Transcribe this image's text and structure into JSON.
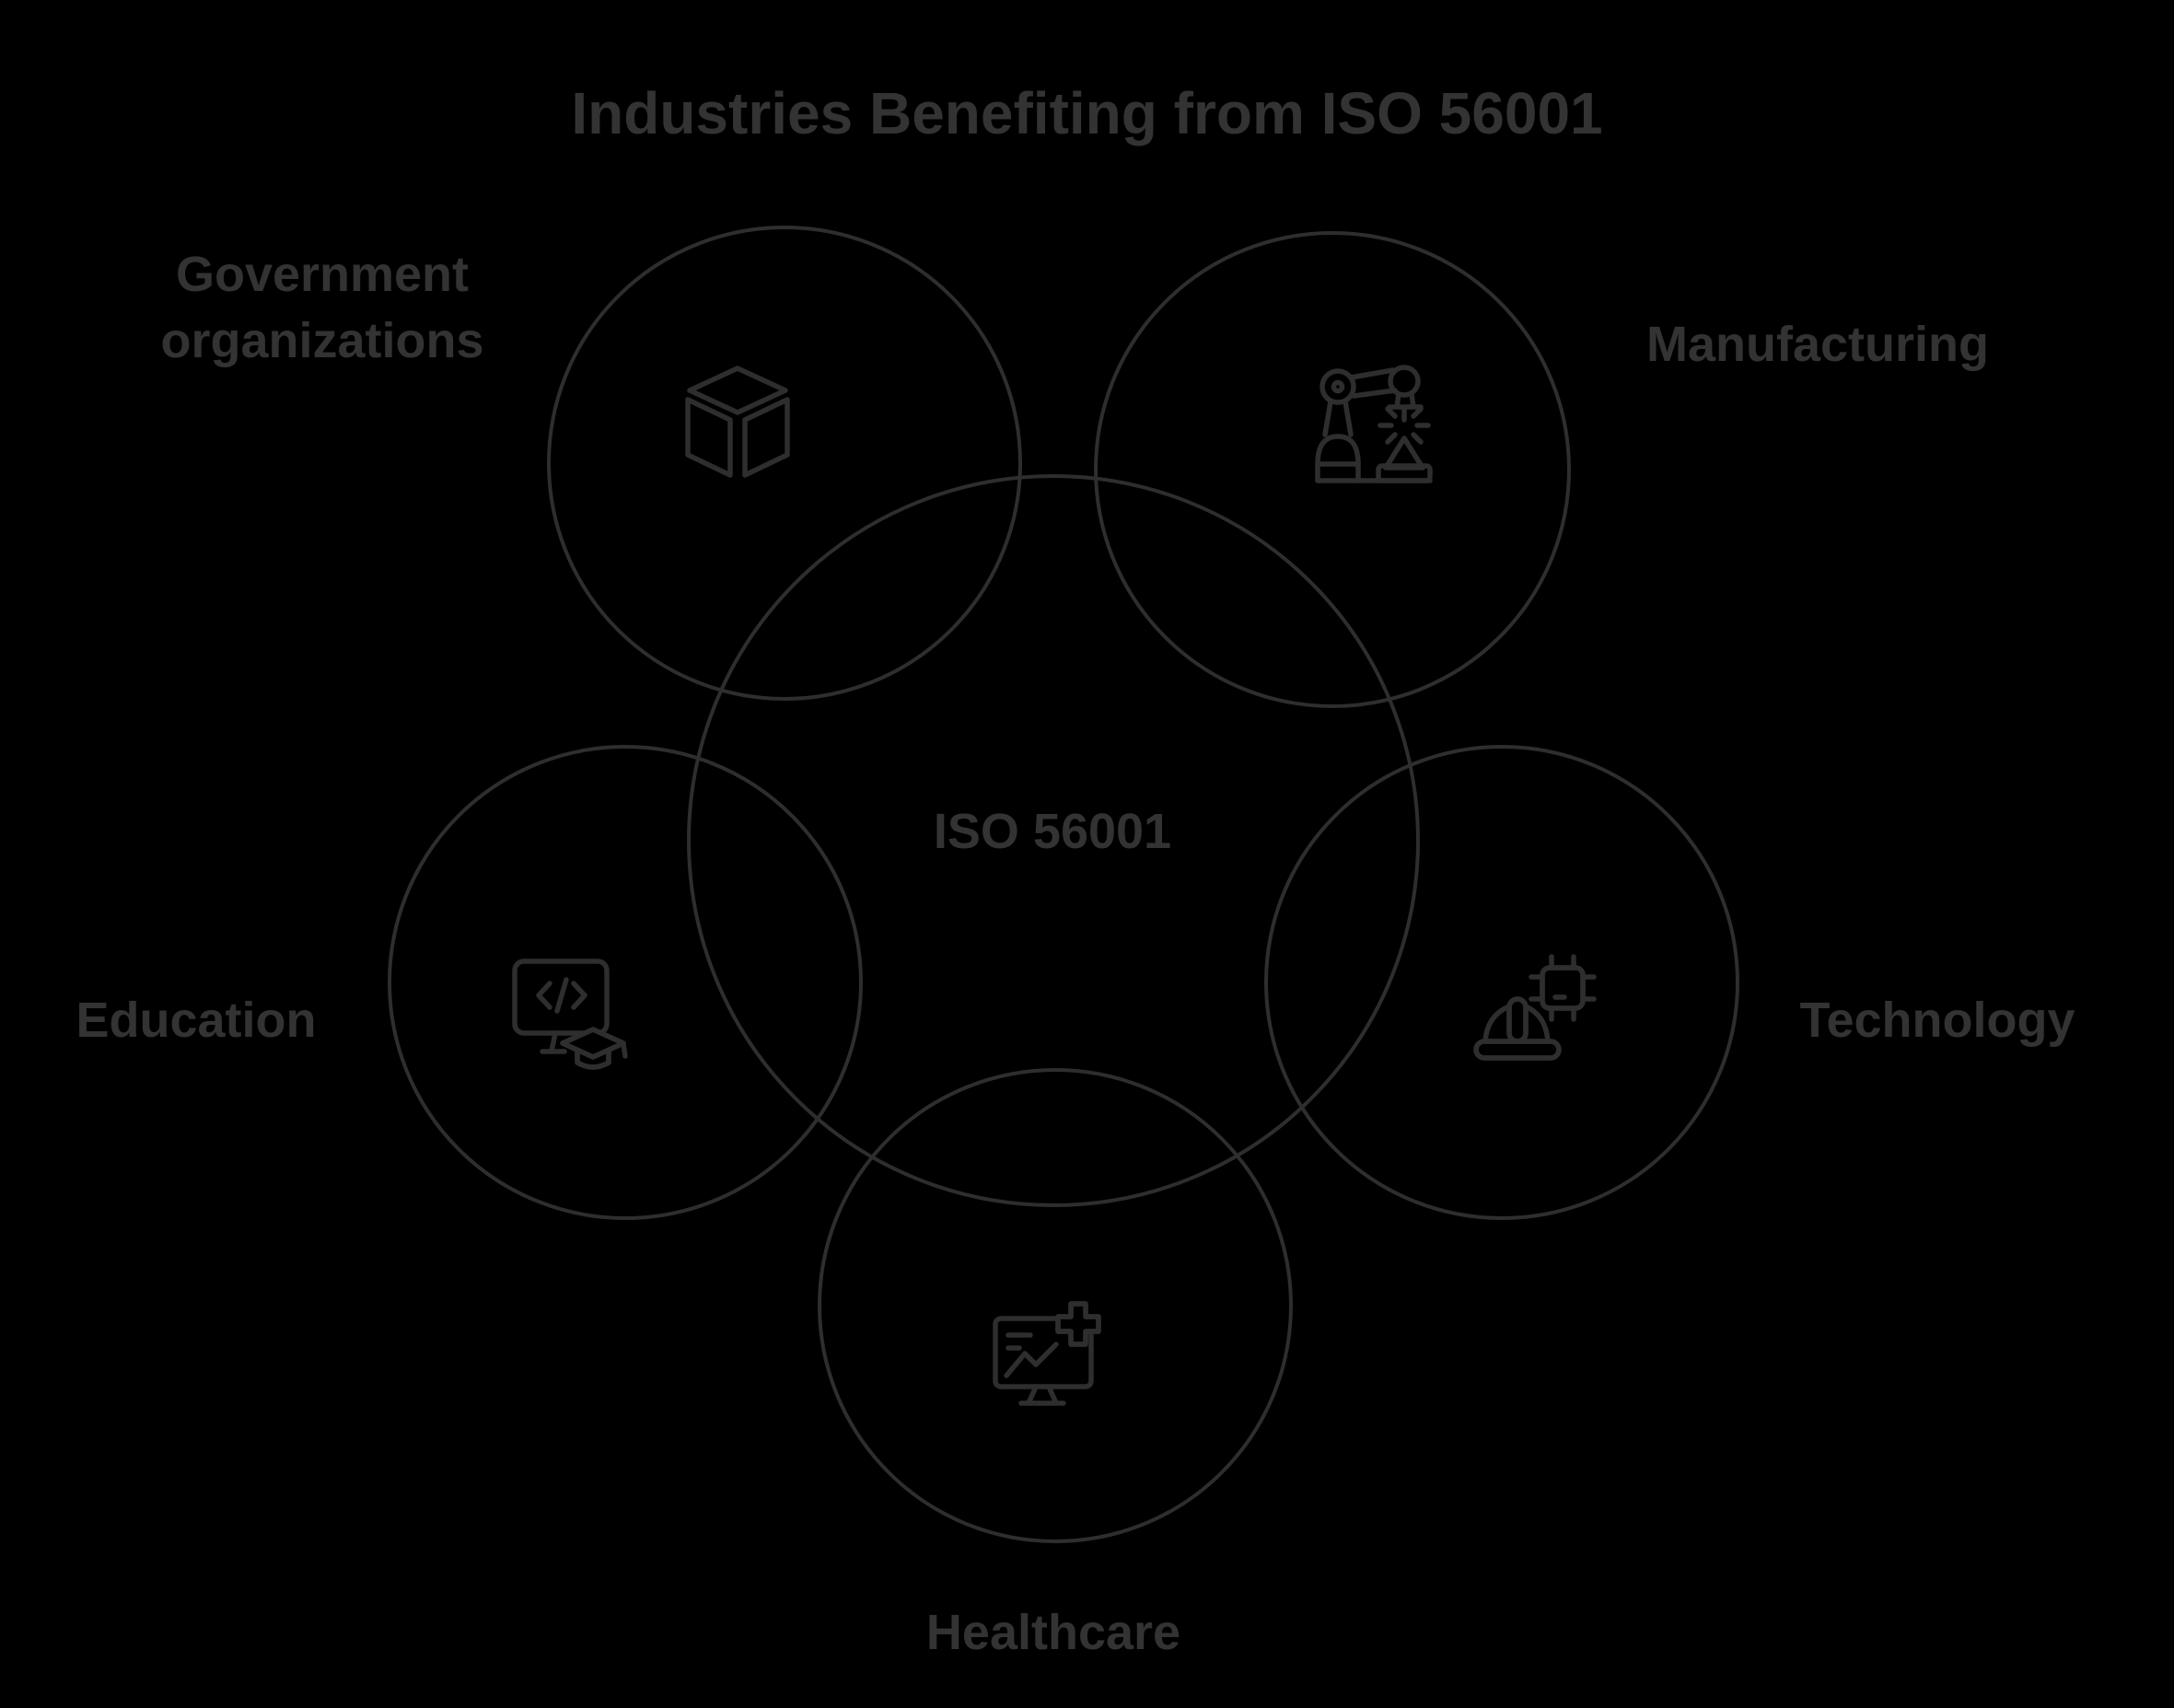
{
  "title": "Industries Benefiting from ISO 56001",
  "center": {
    "label": "ISO 56001"
  },
  "colors": {
    "background": "#000000",
    "text": "#333333",
    "stroke": "#2e2e2e"
  },
  "industries": [
    {
      "label": "Government organizations",
      "icon": "cube-icon",
      "position": "top-left"
    },
    {
      "label": "Manufacturing",
      "icon": "robot-arm-icon",
      "position": "top-right"
    },
    {
      "label": "Education",
      "icon": "code-monitor-graduation-icon",
      "position": "left"
    },
    {
      "label": "Technology",
      "icon": "hardhat-chip-icon",
      "position": "right"
    },
    {
      "label": "Healthcare",
      "icon": "medical-monitor-icon",
      "position": "bottom"
    }
  ]
}
